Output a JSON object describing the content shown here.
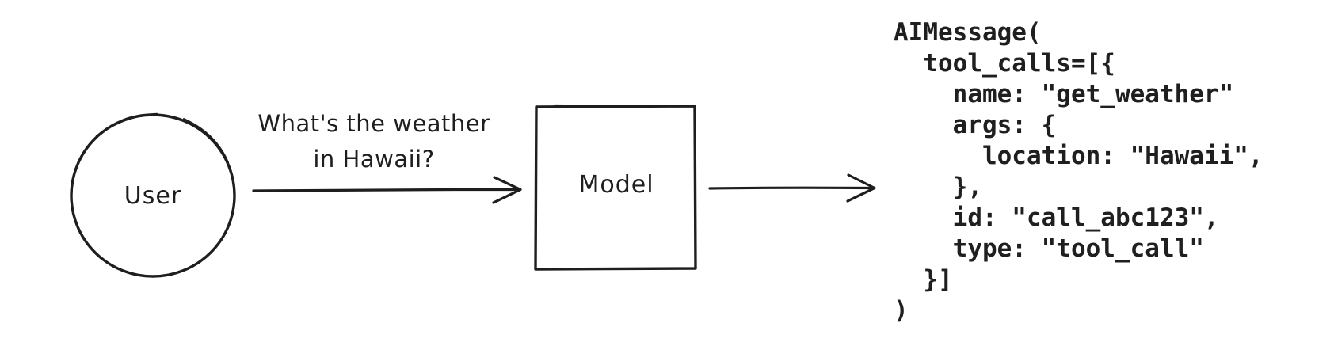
{
  "diagram": {
    "user_node": {
      "label": "User",
      "shape": "circle"
    },
    "model_node": {
      "label": "Model",
      "shape": "rectangle"
    },
    "request_arrow": {
      "label_line1": "What's the weather",
      "label_line2": "in Hawaii?"
    },
    "output_code": "AIMessage(\n  tool_calls=[{\n    name: \"get_weather\"\n    args: {\n      location: \"Hawaii\",\n    },\n    id: \"call_abc123\",\n    type: \"tool_call\"\n  }]\n)",
    "colors": {
      "stroke": "#1e1e1e",
      "code_text": "#1f1f1f",
      "background": "#ffffff"
    }
  }
}
